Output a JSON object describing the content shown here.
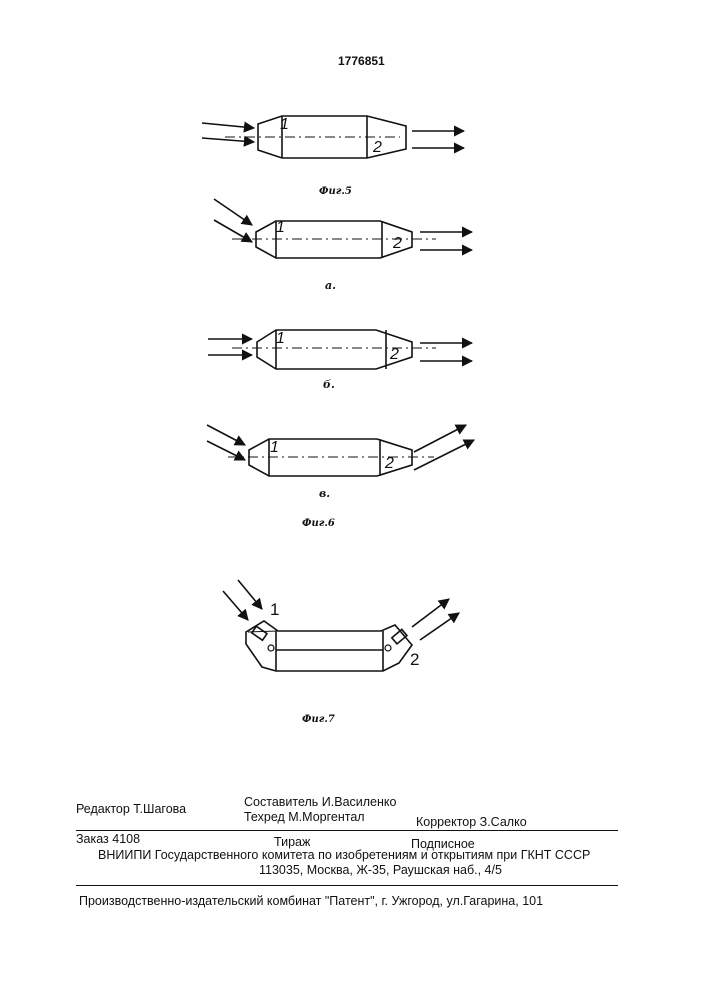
{
  "header": {
    "patent_number": "1776851"
  },
  "figures": {
    "fig5": {
      "caption": "Фиг.5",
      "labels": [
        "1",
        "2"
      ]
    },
    "fig6": {
      "caption": "Фиг.6",
      "subfigures": [
        {
          "caption": "а.",
          "labels": [
            "1",
            "2"
          ]
        },
        {
          "caption": "б.",
          "labels": [
            "1",
            "2"
          ]
        },
        {
          "caption": "в.",
          "labels": [
            "1",
            "2"
          ]
        }
      ]
    },
    "fig7": {
      "caption": "Фиг.7",
      "labels": [
        "1",
        "2"
      ]
    }
  },
  "imprint": {
    "editor": "Редактор Т.Шагова",
    "compiler": "Составитель И.Василенко",
    "techred": "Техред М.Моргентал",
    "corrector": "Корректор З.Салко",
    "order": "Заказ 4108",
    "circulation": "Тираж",
    "subscription": "Подписное",
    "publisher_line1": "ВНИИПИ Государственного комитета по изобретениям и открытиям при ГКНТ СССР",
    "publisher_line2": "113035, Москва, Ж-35, Раушская наб., 4/5",
    "printer": "Производственно-издательский комбинат \"Патент\", г. Ужгород, ул.Гагарина, 101"
  }
}
